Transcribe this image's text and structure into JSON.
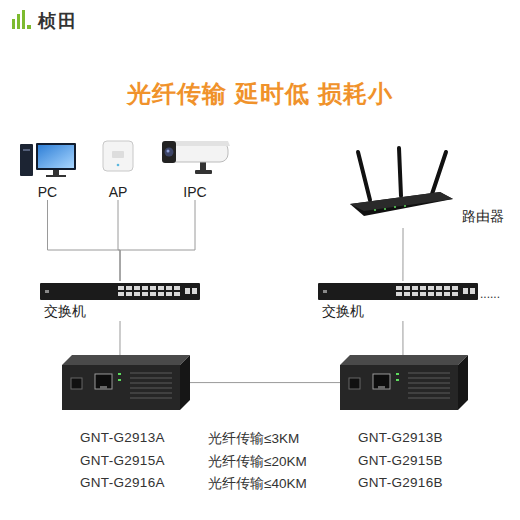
{
  "diagram": {
    "title": "光纤传输 延时低 损耗小",
    "nodes": [
      {
        "text": [
          "PC"
        ]
      },
      {
        "text": [
          "AP"
        ]
      },
      {
        "text": [
          "IPC"
        ]
      },
      {
        "text": [
          "路由器"
        ]
      },
      {
        "text": [
          "交换机"
        ]
      },
      {
        "text": [
          "交换机"
        ]
      },
      {
        "text": [
          "GNT-G2913A",
          "GNT-G2915A",
          "GNT-G2916A"
        ]
      },
      {
        "text": [
          "GNT-G2913B",
          "GNT-G2915B",
          "GNT-G2916B"
        ]
      }
    ],
    "edges": [
      {
        "from": 0,
        "to": 4,
        "arrow": "none"
      },
      {
        "from": 1,
        "to": 4,
        "arrow": "none"
      },
      {
        "from": 2,
        "to": 4,
        "arrow": "none"
      },
      {
        "from": 3,
        "to": 5,
        "arrow": "none"
      },
      {
        "from": 4,
        "to": 6,
        "arrow": "none"
      },
      {
        "from": 6,
        "to": 7,
        "arrow": "none"
      },
      {
        "from": 5,
        "to": 7,
        "arrow": "none"
      }
    ],
    "labels": [
      "桢田",
      "......",
      "光纤传输≤3KM",
      "光纤传输≤20KM",
      "光纤传输≤40KM"
    ]
  }
}
